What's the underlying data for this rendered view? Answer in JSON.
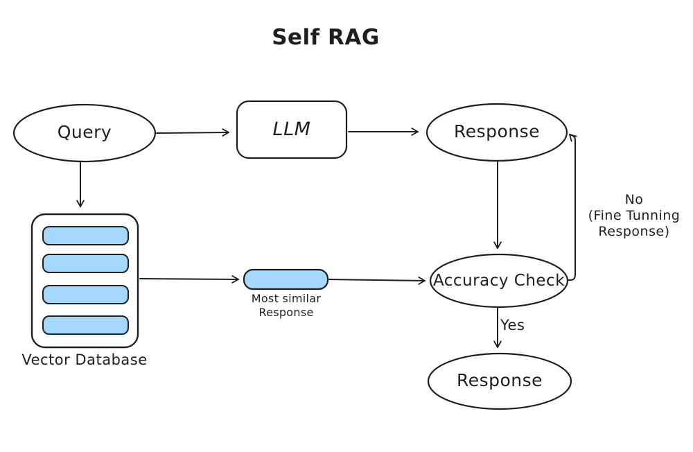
{
  "title": "Self RAG",
  "nodes": {
    "query": {
      "label": "Query",
      "shape": "ellipse"
    },
    "llm": {
      "label": "LLM",
      "shape": "rounded-rectangle"
    },
    "response_top": {
      "label": "Response",
      "shape": "ellipse"
    },
    "vector_db": {
      "label": "Vector Database",
      "shape": "database-icon",
      "rows": 4
    },
    "most_similar": {
      "label": "Most similar\nResponse",
      "shape": "rounded-bar"
    },
    "accuracy_check": {
      "label": "Accuracy Check",
      "shape": "ellipse"
    },
    "response_bottom": {
      "label": "Response",
      "shape": "ellipse"
    }
  },
  "edges": {
    "query_to_llm": {
      "from": "query",
      "to": "llm",
      "label": ""
    },
    "llm_to_response": {
      "from": "llm",
      "to": "response_top",
      "label": ""
    },
    "query_to_vector_db": {
      "from": "query",
      "to": "vector_db",
      "label": ""
    },
    "response_to_accuracy": {
      "from": "response_top",
      "to": "accuracy_check",
      "label": ""
    },
    "vector_db_to_most_similar": {
      "from": "vector_db",
      "to": "most_similar",
      "label": ""
    },
    "most_similar_to_accuracy": {
      "from": "most_similar",
      "to": "accuracy_check",
      "label": ""
    },
    "accuracy_to_response_yes": {
      "from": "accuracy_check",
      "to": "response_bottom",
      "label": "Yes"
    },
    "accuracy_to_response_no_loop": {
      "from": "accuracy_check",
      "to": "response_top",
      "label": "No\n(Fine Tunning\nResponse)"
    }
  },
  "colors": {
    "stroke": "#1e1e1e",
    "fill_blue": "#a5d8ff",
    "background": "#ffffff"
  }
}
